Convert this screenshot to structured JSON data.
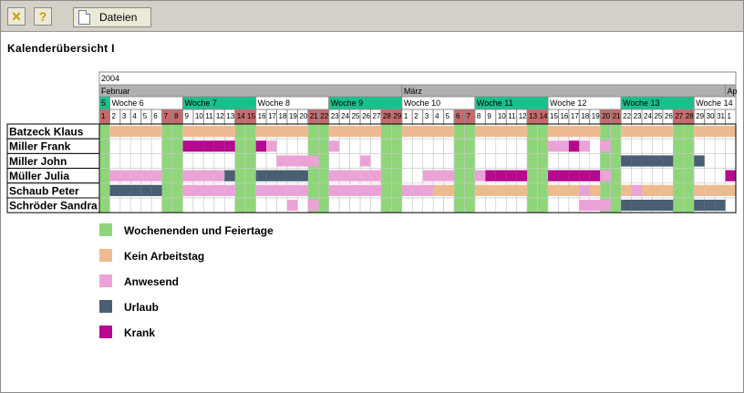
{
  "toolbar": {
    "files_label": "Dateien",
    "close_icon": "close-x-icon",
    "help_icon": "help-question-icon",
    "doc_icon": "document-icon"
  },
  "page": {
    "title": "Kalenderübersicht I"
  },
  "calendar": {
    "year": "2004",
    "months": [
      {
        "label": "Februar",
        "days": 29
      },
      {
        "label": "März",
        "days": 31
      },
      {
        "label": "Ap",
        "days": 1
      }
    ],
    "first_weekday_index": 6,
    "weeks": [
      {
        "label": "5",
        "days": 1
      },
      {
        "label": "Woche 6",
        "days": 7
      },
      {
        "label": "Woche 7",
        "days": 7
      },
      {
        "label": "Woche 8",
        "days": 7
      },
      {
        "label": "Woche 9",
        "days": 7
      },
      {
        "label": "Woche 10",
        "days": 7
      },
      {
        "label": "Woche 11",
        "days": 7
      },
      {
        "label": "Woche 12",
        "days": 7
      },
      {
        "label": "Woche 13",
        "days": 7
      },
      {
        "label": "Woche 14",
        "days": 4
      }
    ],
    "employees": [
      {
        "name": "Batzeck Klaus",
        "marks": [
          {
            "from": "2004-02-02",
            "to": "2004-02-06",
            "status": "kein_arbeitstag"
          },
          {
            "from": "2004-02-09",
            "to": "2004-02-13",
            "status": "kein_arbeitstag"
          },
          {
            "from": "2004-02-16",
            "to": "2004-02-20",
            "status": "kein_arbeitstag"
          },
          {
            "from": "2004-02-23",
            "to": "2004-02-27",
            "status": "kein_arbeitstag"
          },
          {
            "from": "2004-03-01",
            "to": "2004-03-05",
            "status": "kein_arbeitstag"
          },
          {
            "from": "2004-03-08",
            "to": "2004-03-12",
            "status": "kein_arbeitstag"
          },
          {
            "from": "2004-03-15",
            "to": "2004-03-19",
            "status": "kein_arbeitstag"
          },
          {
            "from": "2004-03-22",
            "to": "2004-03-26",
            "status": "kein_arbeitstag"
          },
          {
            "from": "2004-03-29",
            "to": "2004-04-01",
            "status": "kein_arbeitstag"
          }
        ]
      },
      {
        "name": "Miller Frank",
        "marks": [
          {
            "from": "2004-02-09",
            "to": "2004-02-13",
            "status": "krank"
          },
          {
            "from": "2004-02-16",
            "to": "2004-02-16",
            "status": "krank"
          },
          {
            "from": "2004-02-17",
            "to": "2004-02-17",
            "status": "anwesend"
          },
          {
            "from": "2004-02-23",
            "to": "2004-02-23",
            "status": "anwesend"
          },
          {
            "from": "2004-03-15",
            "to": "2004-03-16",
            "status": "anwesend"
          },
          {
            "from": "2004-03-17",
            "to": "2004-03-17",
            "status": "krank"
          },
          {
            "from": "2004-03-18",
            "to": "2004-03-18",
            "status": "anwesend"
          },
          {
            "from": "2004-03-20",
            "to": "2004-03-20",
            "status": "anwesend"
          }
        ]
      },
      {
        "name": "Miller John",
        "marks": [
          {
            "from": "2004-02-18",
            "to": "2004-02-21",
            "status": "anwesend"
          },
          {
            "from": "2004-02-26",
            "to": "2004-02-26",
            "status": "anwesend"
          },
          {
            "from": "2004-03-22",
            "to": "2004-03-26",
            "status": "urlaub"
          },
          {
            "from": "2004-03-29",
            "to": "2004-03-29",
            "status": "urlaub"
          }
        ]
      },
      {
        "name": "Müller Julia",
        "marks": [
          {
            "from": "2004-02-02",
            "to": "2004-02-06",
            "status": "anwesend"
          },
          {
            "from": "2004-02-09",
            "to": "2004-02-12",
            "status": "anwesend"
          },
          {
            "from": "2004-02-13",
            "to": "2004-02-13",
            "status": "urlaub"
          },
          {
            "from": "2004-02-16",
            "to": "2004-02-20",
            "status": "urlaub"
          },
          {
            "from": "2004-02-23",
            "to": "2004-02-27",
            "status": "anwesend"
          },
          {
            "from": "2004-03-03",
            "to": "2004-03-05",
            "status": "anwesend"
          },
          {
            "from": "2004-03-08",
            "to": "2004-03-08",
            "status": "anwesend"
          },
          {
            "from": "2004-03-09",
            "to": "2004-03-12",
            "status": "krank"
          },
          {
            "from": "2004-03-15",
            "to": "2004-03-19",
            "status": "krank"
          },
          {
            "from": "2004-03-20",
            "to": "2004-03-20",
            "status": "anwesend"
          },
          {
            "from": "2004-04-01",
            "to": "2004-04-01",
            "status": "krank"
          }
        ]
      },
      {
        "name": "Schaub Peter",
        "marks": [
          {
            "from": "2004-02-02",
            "to": "2004-02-06",
            "status": "urlaub"
          },
          {
            "from": "2004-02-09",
            "to": "2004-02-13",
            "status": "anwesend"
          },
          {
            "from": "2004-02-16",
            "to": "2004-02-20",
            "status": "anwesend"
          },
          {
            "from": "2004-02-23",
            "to": "2004-02-27",
            "status": "anwesend"
          },
          {
            "from": "2004-03-01",
            "to": "2004-03-03",
            "status": "anwesend"
          },
          {
            "from": "2004-03-04",
            "to": "2004-03-05",
            "status": "kein_arbeitstag"
          },
          {
            "from": "2004-03-08",
            "to": "2004-03-12",
            "status": "kein_arbeitstag"
          },
          {
            "from": "2004-03-15",
            "to": "2004-03-17",
            "status": "kein_arbeitstag"
          },
          {
            "from": "2004-03-18",
            "to": "2004-03-18",
            "status": "anwesend"
          },
          {
            "from": "2004-03-19",
            "to": "2004-03-19",
            "status": "kein_arbeitstag"
          },
          {
            "from": "2004-03-22",
            "to": "2004-03-22",
            "status": "kein_arbeitstag"
          },
          {
            "from": "2004-03-23",
            "to": "2004-03-23",
            "status": "anwesend"
          },
          {
            "from": "2004-03-24",
            "to": "2004-03-26",
            "status": "kein_arbeitstag"
          },
          {
            "from": "2004-03-29",
            "to": "2004-04-01",
            "status": "kein_arbeitstag"
          }
        ]
      },
      {
        "name": "Schröder Sandra",
        "marks": [
          {
            "from": "2004-02-19",
            "to": "2004-02-19",
            "status": "anwesend"
          },
          {
            "from": "2004-02-21",
            "to": "2004-02-21",
            "status": "anwesend"
          },
          {
            "from": "2004-03-18",
            "to": "2004-03-20",
            "status": "anwesend"
          },
          {
            "from": "2004-03-22",
            "to": "2004-03-26",
            "status": "urlaub"
          },
          {
            "from": "2004-03-29",
            "to": "2004-03-31",
            "status": "urlaub"
          }
        ]
      }
    ]
  },
  "legend": [
    {
      "key": "wochenende",
      "label": "Wochenenden und Feiertage",
      "color": "#8fd67a"
    },
    {
      "key": "kein_arbeitstag",
      "label": "Kein Arbeitstag",
      "color": "#eebb90"
    },
    {
      "key": "anwesend",
      "label": "Anwesend",
      "color": "#eba3d7"
    },
    {
      "key": "urlaub",
      "label": "Urlaub",
      "color": "#4a5f73"
    },
    {
      "key": "krank",
      "label": "Krank",
      "color": "#b5098e"
    }
  ],
  "colors": {
    "month_header": "#b0b0b0",
    "week_header_even": "#ffffff",
    "week_header_odd": "#19c08c",
    "weekend_header": "#c46a6a",
    "grid_line": "#8c8c8c"
  }
}
